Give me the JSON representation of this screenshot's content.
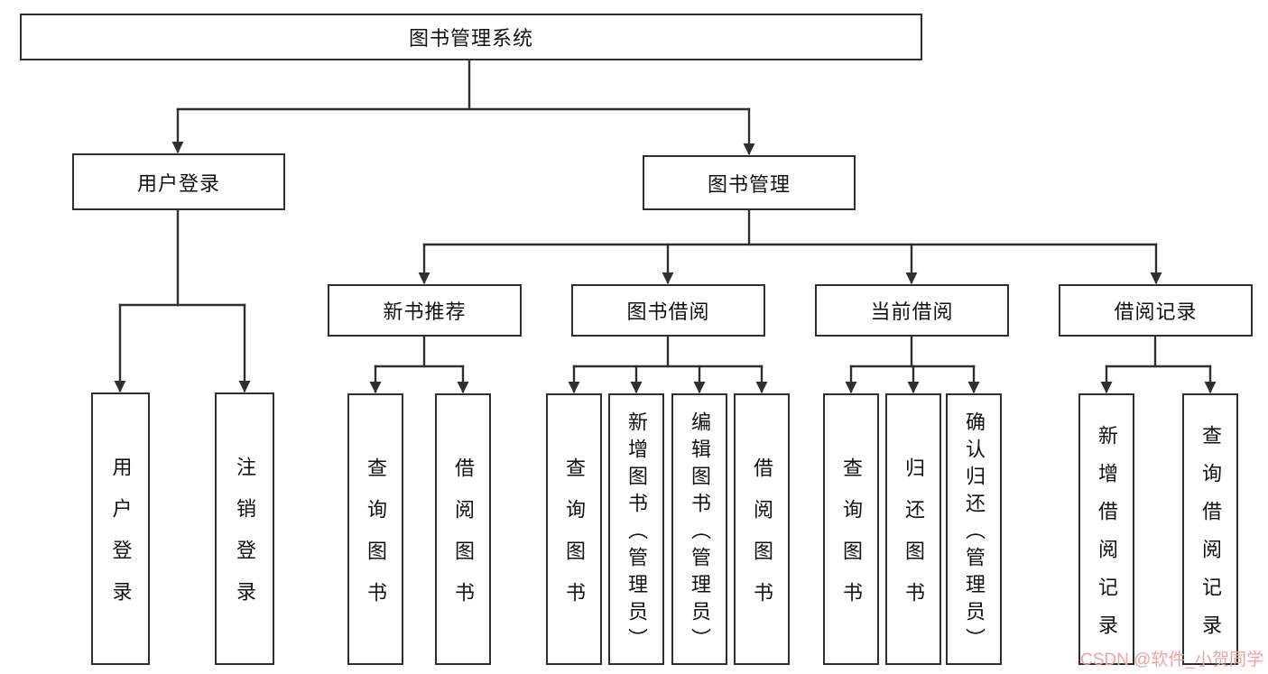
{
  "tree": {
    "label": "图书管理系统",
    "children": [
      {
        "label": "用户登录",
        "children": [
          {
            "label": "用户登录"
          },
          {
            "label": "注销登录"
          }
        ]
      },
      {
        "label": "图书管理",
        "children": [
          {
            "label": "新书推荐",
            "children": [
              {
                "label": "查询图书"
              },
              {
                "label": "借阅图书"
              }
            ]
          },
          {
            "label": "图书借阅",
            "children": [
              {
                "label": "查询图书"
              },
              {
                "label": "新增图书（管理员）"
              },
              {
                "label": "编辑图书（管理员）"
              },
              {
                "label": "借阅图书"
              }
            ]
          },
          {
            "label": "当前借阅",
            "children": [
              {
                "label": "查询图书"
              },
              {
                "label": "归还图书"
              },
              {
                "label": "确认归还（管理员）"
              }
            ]
          },
          {
            "label": "借阅记录",
            "children": [
              {
                "label": "新增借阅记录"
              },
              {
                "label": "查询借阅记录"
              }
            ]
          }
        ]
      }
    ]
  },
  "colors": {
    "line": "#2f2f2f",
    "border": "#2f2f2f",
    "watermark": "#f0a3a3"
  },
  "watermark": {
    "text": "CSDN @软件_小贺同学"
  }
}
